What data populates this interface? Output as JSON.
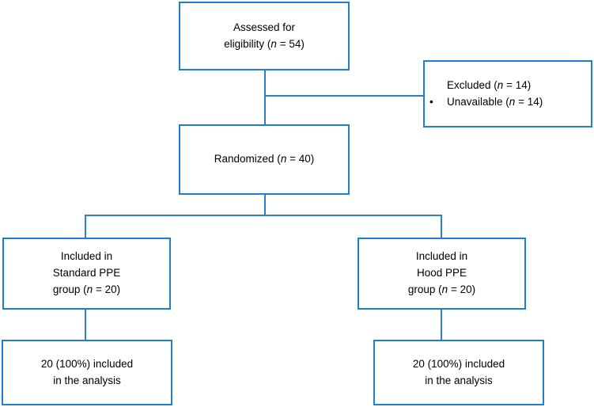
{
  "diagram": {
    "type": "consort-flow-diagram",
    "accent_color": "#1F7FC8",
    "line_color": "#2E80C4",
    "background_color": "#FFFFFF",
    "text_color": "#000000"
  },
  "nodes": {
    "assessed": {
      "name": "assessed-for-eligibility-box",
      "line1": "Assessed for",
      "line2_prefix": "eligibility (",
      "line2_italic": "n",
      "line2_suffix": " = 54)",
      "count": 54
    },
    "excluded": {
      "name": "excluded-box",
      "line1_prefix": "Excluded (",
      "line1_italic": "n",
      "line1_suffix": " = 14)",
      "bullet": "•",
      "line2_prefix": "Unavailable (",
      "line2_italic": "n",
      "line2_suffix": " = 14)",
      "count": 14,
      "reason": "Unavailable",
      "reason_count": 14
    },
    "randomized": {
      "name": "randomized-box",
      "prefix": "Randomized (",
      "italic": "n",
      "suffix": " = 40)",
      "count": 40
    },
    "standard_ppe": {
      "name": "standard-ppe-group-box",
      "line1": "Included in",
      "line2": "Standard PPE",
      "line3_prefix": "group (",
      "line3_italic": "n",
      "line3_suffix": " = 20)",
      "count": 20
    },
    "hood_ppe": {
      "name": "hood-ppe-group-box",
      "line1": "Included in",
      "line2": "Hood PPE",
      "line3_prefix": "group (",
      "line3_italic": "n",
      "line3_suffix": " = 20)",
      "count": 20
    },
    "standard_analysis": {
      "name": "standard-ppe-analysis-box",
      "line1": "20 (100%) included",
      "line2": "in the analysis",
      "count": 20,
      "percent": "100%"
    },
    "hood_analysis": {
      "name": "hood-ppe-analysis-box",
      "line1": "20 (100%) included",
      "line2": "in the analysis",
      "count": 20,
      "percent": "100%"
    }
  }
}
